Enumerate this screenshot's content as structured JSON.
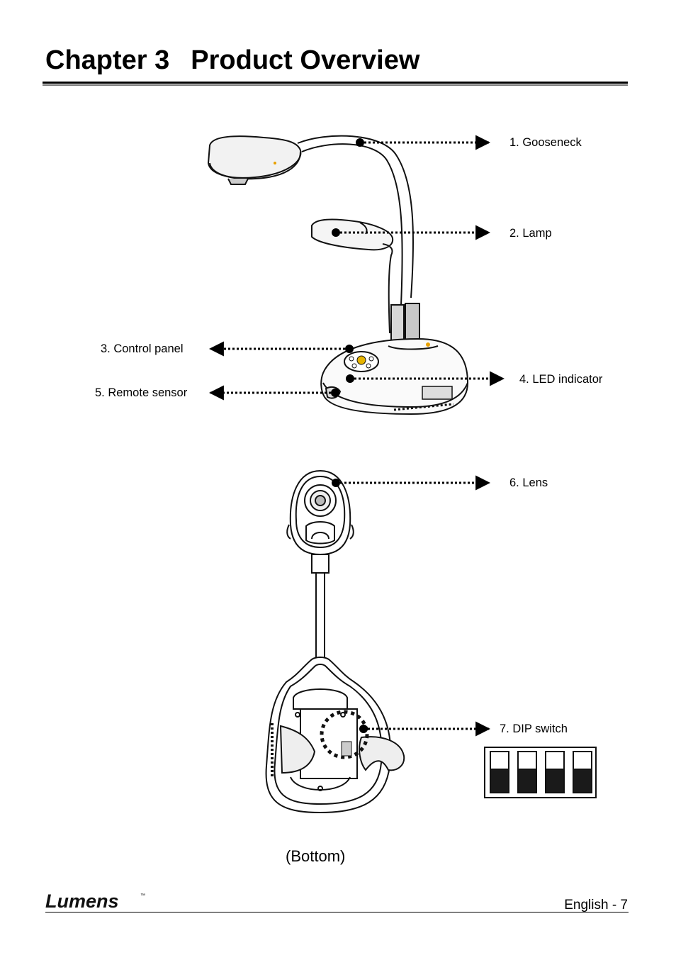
{
  "chapter": {
    "number": "Chapter 3",
    "title": "Product Overview"
  },
  "callouts": {
    "gooseneck": "1. Gooseneck",
    "lamp": "2. Lamp",
    "control_panel": "3. Control panel",
    "led_indicator": "4. LED indicator",
    "remote_sensor": "5. Remote sensor",
    "lens": "6. Lens",
    "dip_switch": "7. DIP switch"
  },
  "bottom_caption": "(Bottom)",
  "footer": {
    "page": "English - 7"
  },
  "logo": {
    "text": "Lumens",
    "trademark": "™"
  }
}
